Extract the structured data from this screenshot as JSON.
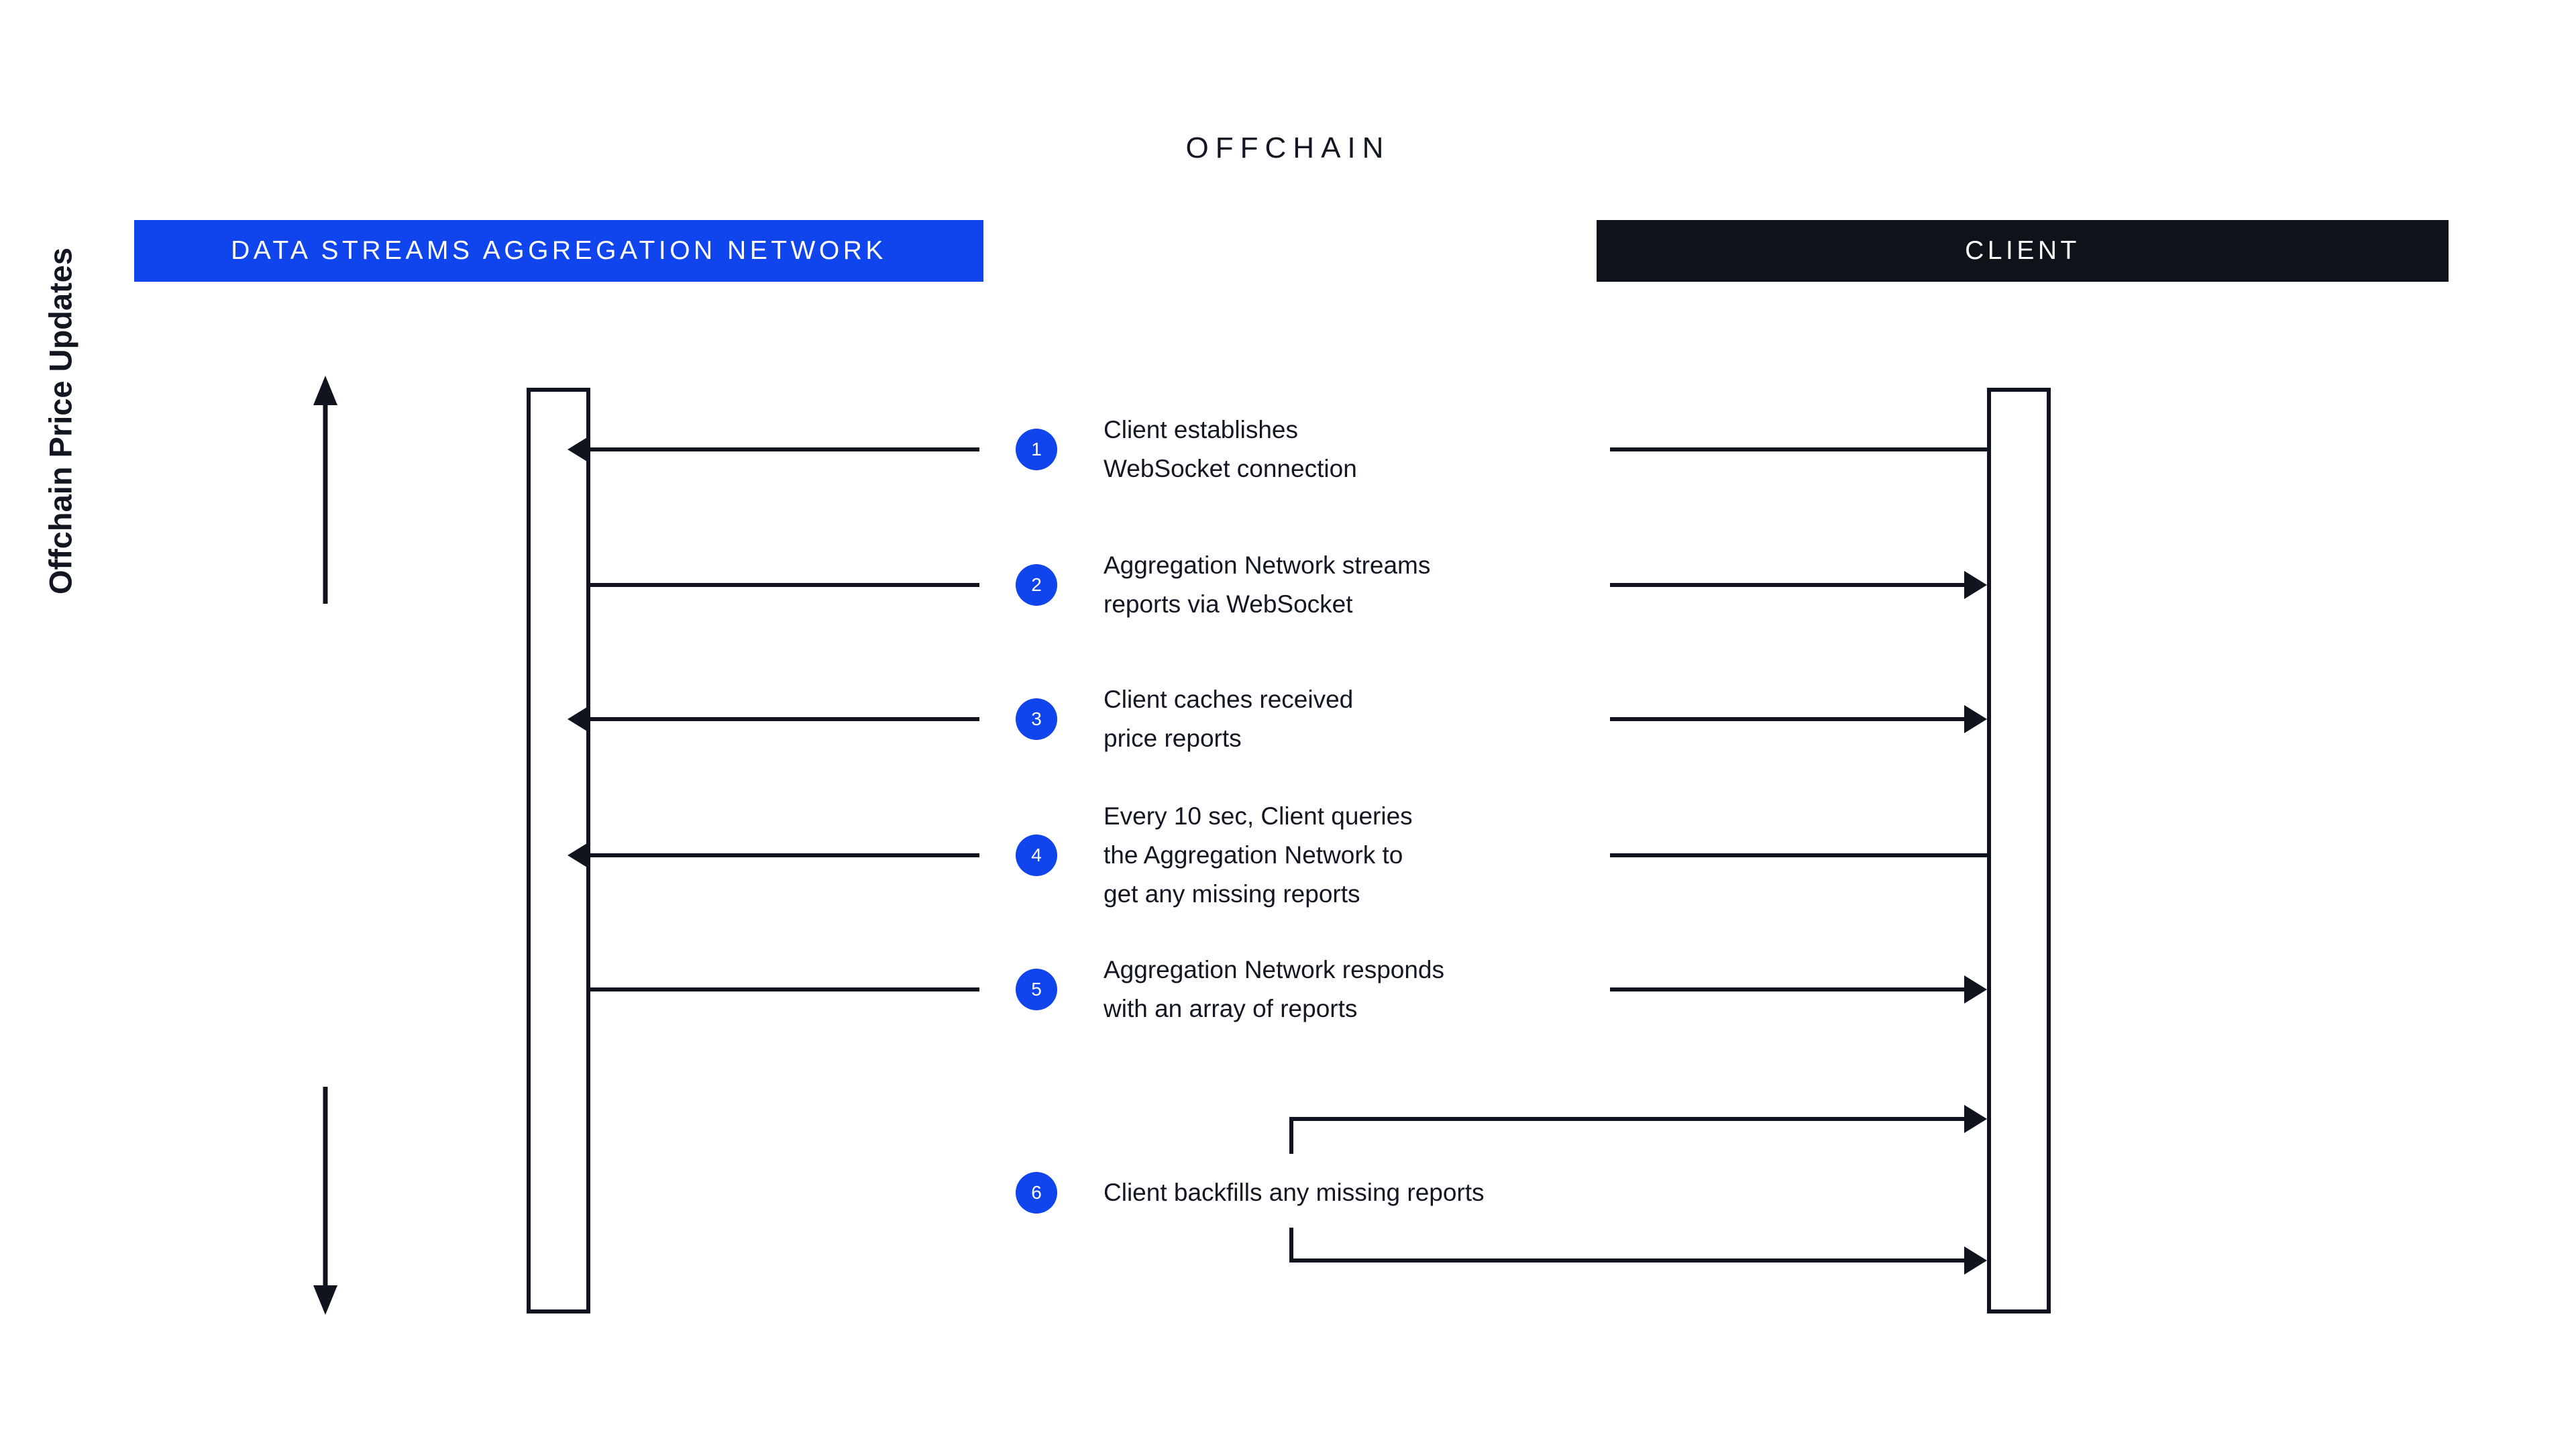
{
  "diagram": {
    "title": "OFFCHAIN",
    "axis_label": "Offchain Price Updates",
    "colors": {
      "accent_blue": "#1045EE",
      "dark": "#0E1219",
      "line": "#10141E",
      "background": "#FFFFFF"
    },
    "lanes": [
      {
        "id": "aggregation-network",
        "label": "DATA STREAMS AGGREGATION NETWORK",
        "header_color": "#1045EE"
      },
      {
        "id": "client",
        "label": "CLIENT",
        "header_color": "#0E1219"
      }
    ],
    "steps": [
      {
        "number": "1",
        "text": "Client establishes\nWebSocket connection",
        "direction": "right-to-left"
      },
      {
        "number": "2",
        "text": "Aggregation Network streams\nreports via WebSocket",
        "direction": "left-to-right"
      },
      {
        "number": "3",
        "text": "Client caches received\nprice reports",
        "direction": "right-to-left"
      },
      {
        "number": "4",
        "text": "Every 10 sec, Client queries\nthe Aggregation Network to\nget any missing reports",
        "direction": "right-to-left"
      },
      {
        "number": "5",
        "text": "Aggregation Network responds\nwith an array of reports",
        "direction": "left-to-right"
      },
      {
        "number": "6",
        "text": "Client backfills any missing reports",
        "direction": "self-loop"
      }
    ]
  }
}
